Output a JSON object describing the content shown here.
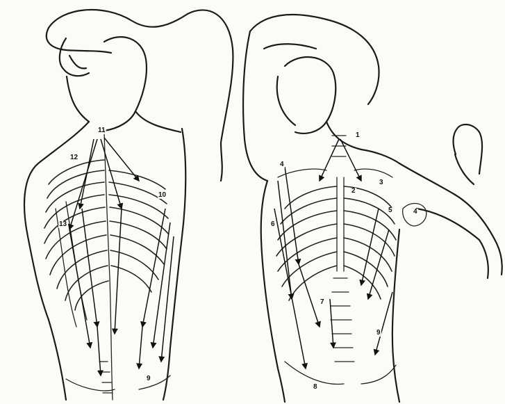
{
  "figure": {
    "left_view": "posterior",
    "right_view": "anterior",
    "left_labels": [
      "11",
      "12",
      "10",
      "13",
      "9"
    ],
    "right_labels": [
      "1",
      "2",
      "3",
      "4",
      "4",
      "5",
      "6",
      "7",
      "8",
      "9"
    ]
  }
}
